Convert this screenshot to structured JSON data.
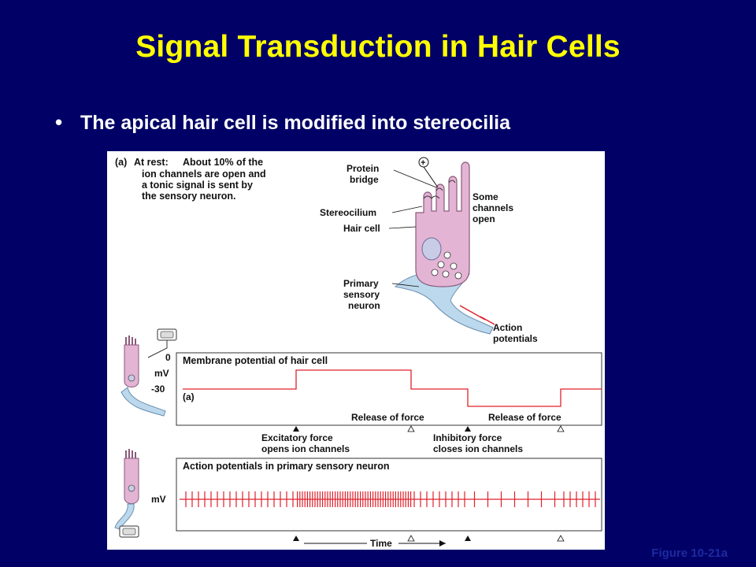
{
  "slide": {
    "title": "Signal Transduction in Hair Cells",
    "bullet": "The apical hair cell is modified into stereocilia",
    "caption": "Figure 10-21a"
  },
  "figure": {
    "panel_label": "(a)",
    "rest_heading": "At rest:",
    "rest_lines": [
      "About 10% of the",
      "ion channels are open and",
      "a tonic signal is sent by",
      "the sensory neuron."
    ],
    "labels": {
      "protein_bridge": [
        "Protein",
        "bridge"
      ],
      "stereocilium": "Stereocilium",
      "hair_cell": "Hair cell",
      "some_channels": [
        "Some",
        "channels",
        "open"
      ],
      "primary_neuron": [
        "Primary",
        "sensory",
        "neuron"
      ],
      "action_potentials": [
        "Action",
        "potentials"
      ]
    },
    "membrane_plot": {
      "title": "Membrane potential of hair cell",
      "tick_top": "0",
      "unit": "mV",
      "tick_bottom": "-30",
      "sub_label": "(a)",
      "release_left": "Release of force",
      "release_right": "Release of force"
    },
    "force_labels": {
      "excitatory": [
        "Excitatory force",
        "opens ion channels"
      ],
      "inhibitory": [
        "Inhibitory force",
        "closes ion channels"
      ]
    },
    "action_plot": {
      "title": "Action potentials in primary sensory neuron",
      "unit": "mV",
      "time_label": "Time"
    },
    "colors": {
      "trace": "#e0202a",
      "cell": "#e4b4d4",
      "neuron": "#bcd8ec"
    }
  }
}
